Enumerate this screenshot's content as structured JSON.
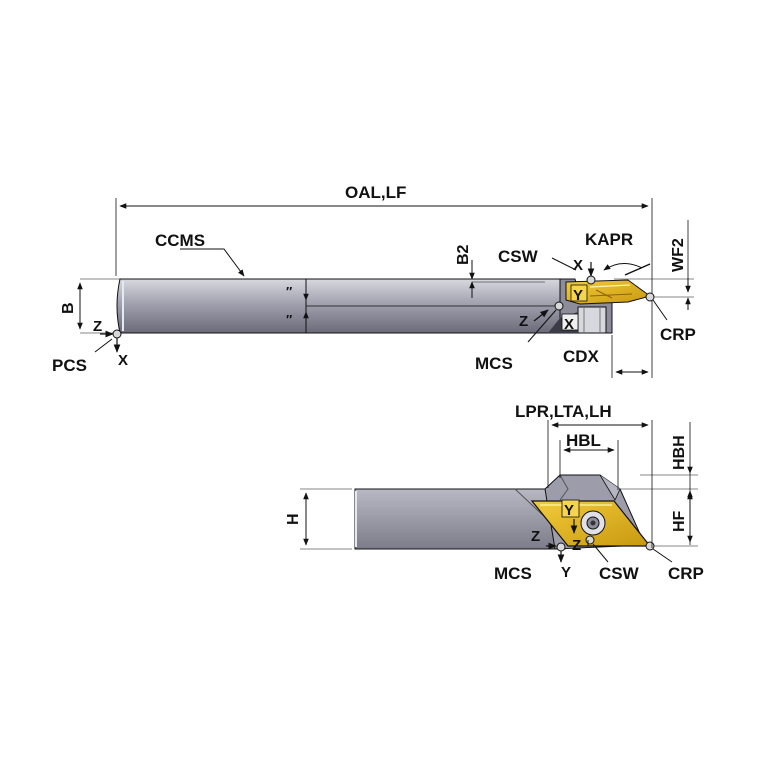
{
  "colors": {
    "body_light": "#c5c5d0",
    "body_mid": "#8c8c9a",
    "body_dark": "#5a5a68",
    "insert": "#e6b822",
    "insert_dark": "#a27a0a",
    "line": "#111111",
    "point_fill": "#d8d8d8"
  },
  "labels": {
    "oal_lf": "OAL,LF",
    "ccms": "CCMS",
    "b2": "B2",
    "csw_top": "CSW",
    "kapr": "KAPR",
    "wf2": "WF2",
    "b": "B",
    "z_pcs": "Z",
    "pcs": "PCS",
    "x_pcs": "X",
    "x_csw_top": "X",
    "y_top": "Y",
    "z_mcs_top": "Z",
    "x_mcs_top": "X",
    "mcs_top": "MCS",
    "crp_top": "CRP",
    "cdx": "CDX",
    "lpr_lta_lh": "LPR,LTA,LH",
    "hbl": "HBL",
    "hbh": "HBH",
    "h": "H",
    "hf": "HF",
    "y_csw_bottom": "Y",
    "z_mcs_bottom": "Z",
    "z_csw_bottom": "Z",
    "mcs_bottom": "MCS",
    "y_mcs_bottom": "Y",
    "csw_bottom": "CSW",
    "crp_bottom": "CRP"
  },
  "marks": {
    "tick_mark": "″"
  }
}
